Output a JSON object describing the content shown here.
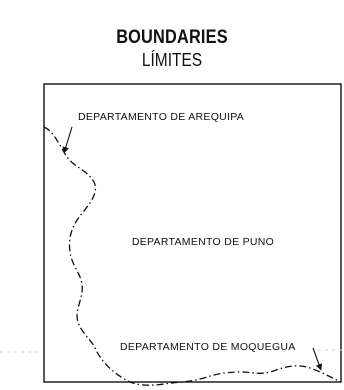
{
  "header": {
    "title": "BOUNDARIES",
    "subtitle": "LÍMITES"
  },
  "map": {
    "labels": {
      "arequipa": "DEPARTAMENTO DE AREQUIPA",
      "puno": "DEPARTAMENTO DE PUNO",
      "moquegua": "DEPARTAMENTO DE MOQUEGUA"
    },
    "colors": {
      "ink": "#111111",
      "background": "#ffffff"
    }
  }
}
